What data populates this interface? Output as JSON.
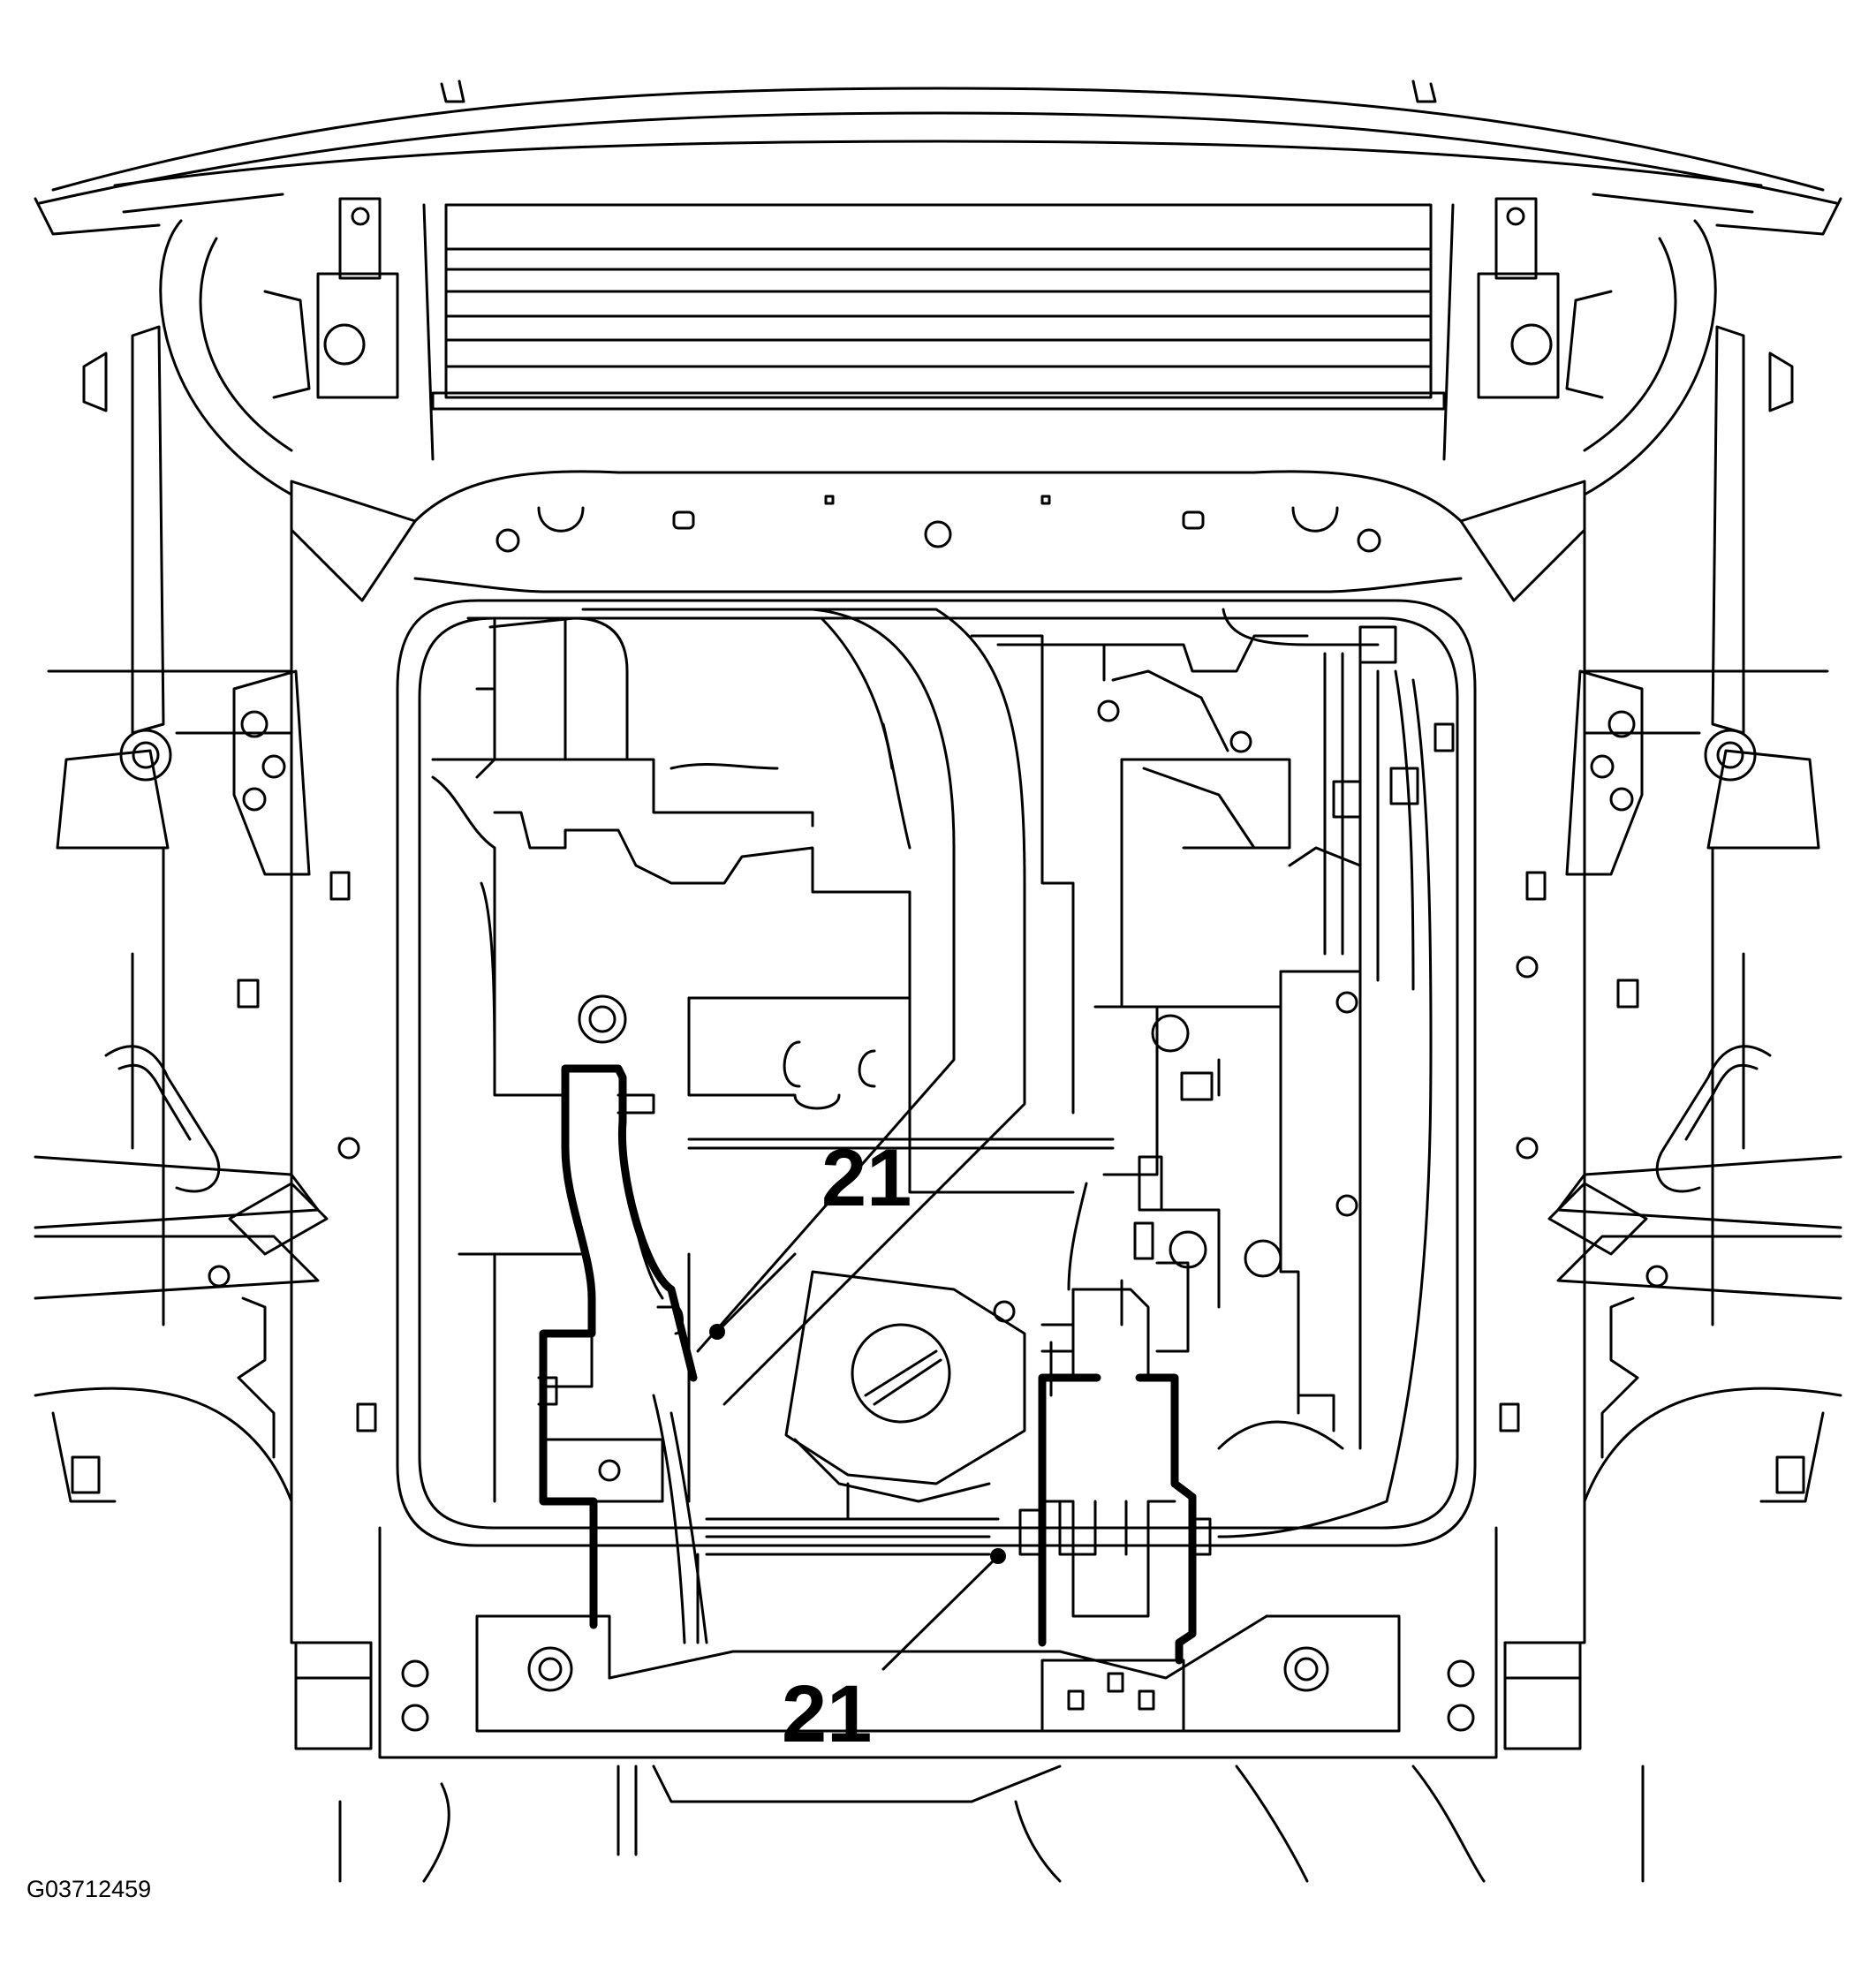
{
  "figure": {
    "figure_id": "G03712459",
    "callouts": [
      {
        "label": "21"
      },
      {
        "label": "21"
      }
    ]
  },
  "colors": {
    "line": "#000000",
    "background": "#ffffff"
  }
}
